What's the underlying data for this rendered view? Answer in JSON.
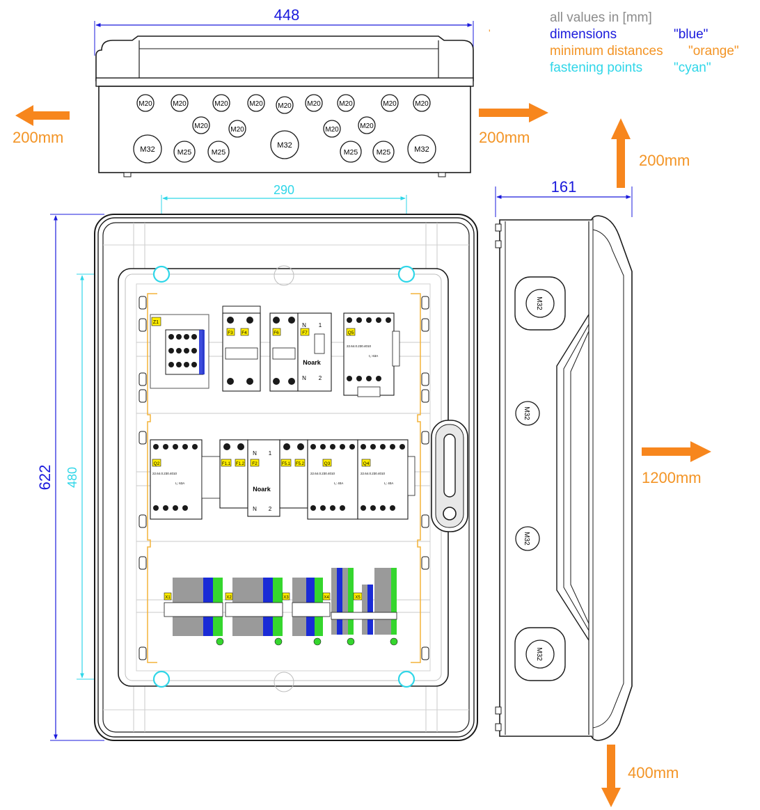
{
  "legend": {
    "header": "all values in [mm]",
    "dimensions_label": "dimensions",
    "dimensions_value": "\"blue\"",
    "min_dist_label": "minimum distances",
    "min_dist_value": "\"orange\"",
    "fastening_label": "fastening points",
    "fastening_value": "\"cyan\""
  },
  "colors": {
    "dimension": "#1a1adc",
    "min_distance": "#f7861d",
    "fastening": "#2fd6e8",
    "line": "#1a1a1a",
    "din_rail": "#f3b33a",
    "label_yellow": "#ffee00",
    "terminal_blue": "#1a2bd6",
    "terminal_green": "#35d62e",
    "terminal_gray": "#9a9a9a"
  },
  "dimensions": {
    "width_top": "448",
    "depth_side": "161",
    "height": "622",
    "fastening_horizontal": "290",
    "fastening_vertical": "480"
  },
  "distances": {
    "left": "200mm",
    "right": "200mm",
    "top": "200mm",
    "front": "1200mm",
    "bottom": "400mm"
  },
  "glands": {
    "m20": "M20",
    "m25": "M25",
    "m32": "M32"
  },
  "components": {
    "z1": "Z1",
    "f3": "F3",
    "f4": "F4",
    "f6": "F6",
    "f7": "F7",
    "q5": "Q5",
    "q2": "Q2",
    "f11": "F1.1",
    "f12": "F1.2",
    "f2": "F2",
    "f51": "F5.1",
    "f52": "F5.2",
    "q3": "Q3",
    "q4": "Q4",
    "x1": "X1",
    "x2": "X2",
    "x3": "X3",
    "x4": "X4",
    "x5": "X5"
  },
  "device_text": {
    "noark": "Noark",
    "n": "N",
    "one": "1",
    "two": "2",
    "contactor_code": "22.64.0.230.4010",
    "rating_63": "I₁: 63A",
    "rating_40": "I₁: 40A"
  }
}
